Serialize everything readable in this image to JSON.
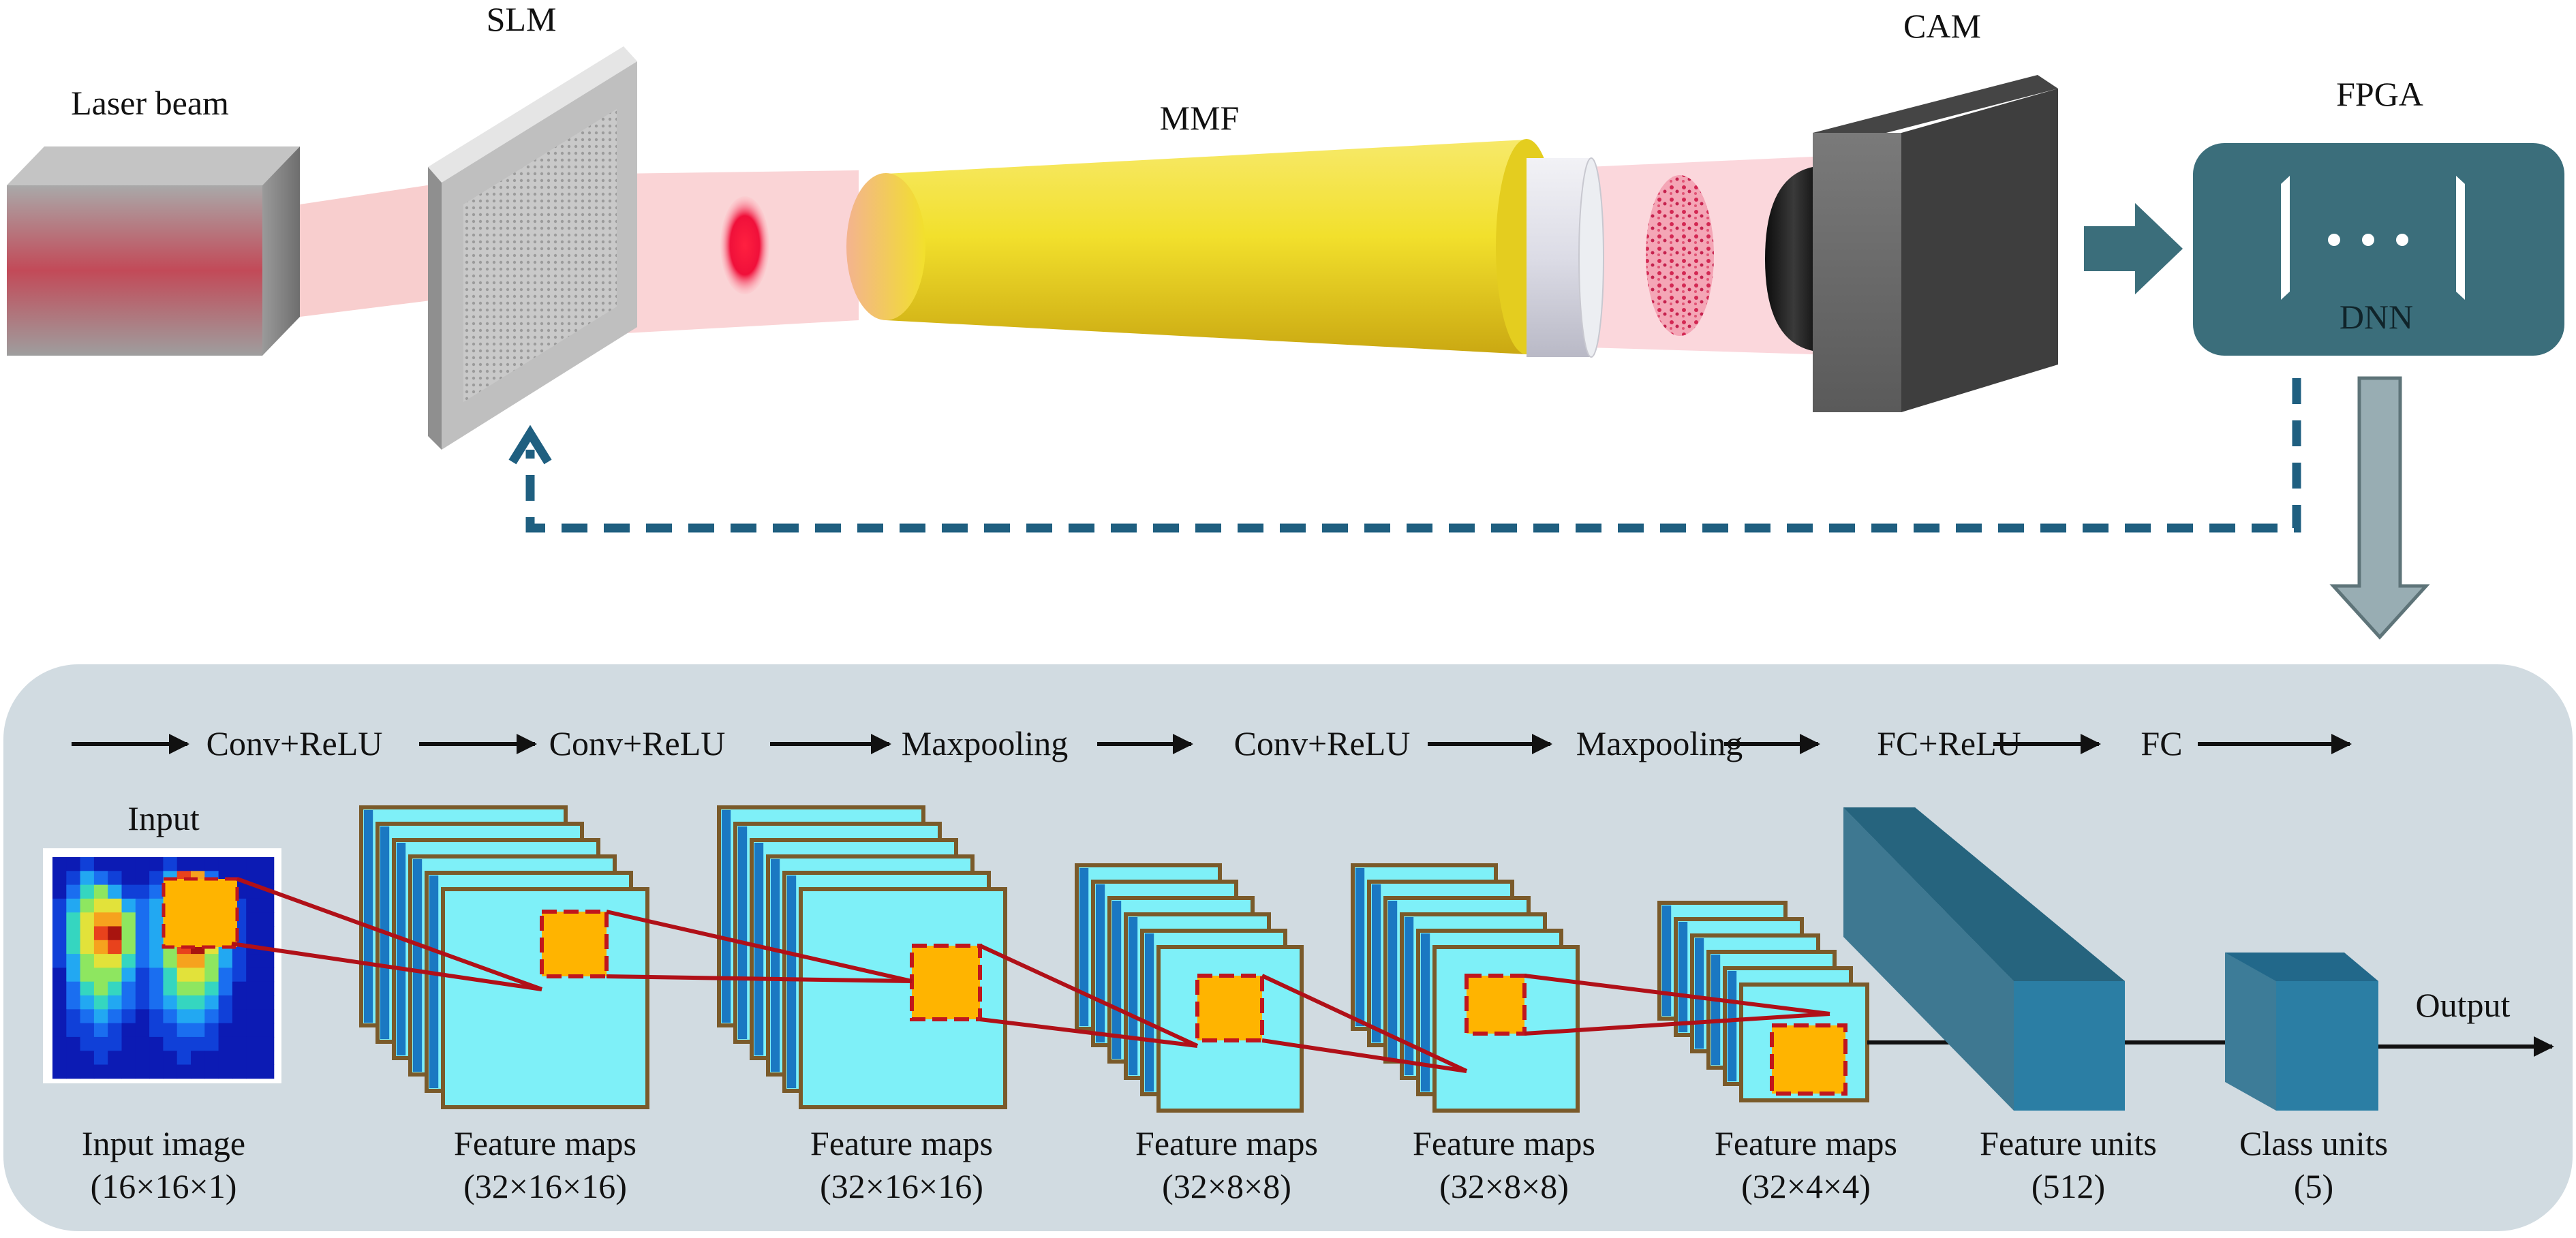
{
  "optics": {
    "laser_label": "Laser beam",
    "slm_label": "SLM",
    "mmf_label": "MMF",
    "cam_label": "CAM",
    "fpga_label": "FPGA",
    "dnn_label": "DNN"
  },
  "cnn": {
    "ops": [
      "Conv+ReLU",
      "Conv+ReLU",
      "Maxpooling",
      "Conv+ReLU",
      "Maxpooling",
      "FC+ReLU",
      "FC"
    ],
    "input_heading": "Input",
    "output_label": "Output",
    "stages": [
      {
        "name": "Input image",
        "dims": "(16×16×1)"
      },
      {
        "name": "Feature maps",
        "dims": "(32×16×16)"
      },
      {
        "name": "Feature maps",
        "dims": "(32×16×16)"
      },
      {
        "name": "Feature maps",
        "dims": "(32×8×8)"
      },
      {
        "name": "Feature maps",
        "dims": "(32×8×8)"
      },
      {
        "name": "Feature maps",
        "dims": "(32×4×4)"
      },
      {
        "name": "Feature units",
        "dims": "(512)"
      },
      {
        "name": "Class units",
        "dims": "(5)"
      }
    ]
  },
  "colors": {
    "teal_box": "#3b6e7b",
    "dashed_feedback": "#1f5f80",
    "panel_bg": "#d1dbe1",
    "map_front": "#7ef0f8",
    "map_back": "#1a78c2",
    "map_border": "#7a5a2a",
    "kernel": "#ffb400",
    "kernel_border": "#c0161d",
    "link_line": "#b01018",
    "fc_block": "#2b7ea4",
    "fiber_yellow": "#f2e02c"
  }
}
